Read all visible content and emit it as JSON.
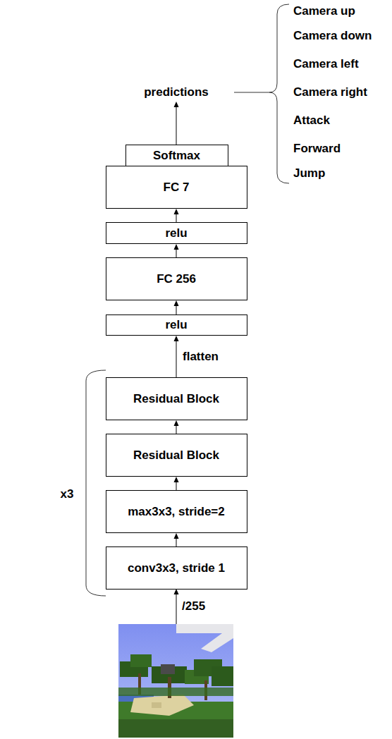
{
  "diagram": {
    "nodes": [
      {
        "text": [
          "Softmax"
        ]
      },
      {
        "text": [
          "FC 7"
        ]
      },
      {
        "text": [
          "relu"
        ]
      },
      {
        "text": [
          "FC 256"
        ]
      },
      {
        "text": [
          "relu"
        ]
      },
      {
        "text": [
          "Residual Block"
        ]
      },
      {
        "text": [
          "Residual Block"
        ]
      },
      {
        "text": [
          "max3x3, stride=2"
        ]
      },
      {
        "text": [
          "conv3x3, stride 1"
        ]
      }
    ],
    "edges": [
      {
        "from": 2,
        "to": 1,
        "arrow": "to"
      },
      {
        "from": 3,
        "to": 2,
        "arrow": "to"
      },
      {
        "from": 4,
        "to": 3,
        "arrow": "to"
      },
      {
        "from": 5,
        "to": 4,
        "label": "flatten",
        "arrow": "to"
      },
      {
        "from": 6,
        "to": 5,
        "arrow": "to"
      },
      {
        "from": 7,
        "to": 6,
        "arrow": "to"
      },
      {
        "from": 8,
        "to": 7,
        "arrow": "to"
      }
    ],
    "labels": [
      "predictions",
      "Camera up",
      "Camera down",
      "Camera left",
      "Camera right",
      "Attack",
      "Forward",
      "Jump",
      "x3",
      "/255"
    ]
  }
}
